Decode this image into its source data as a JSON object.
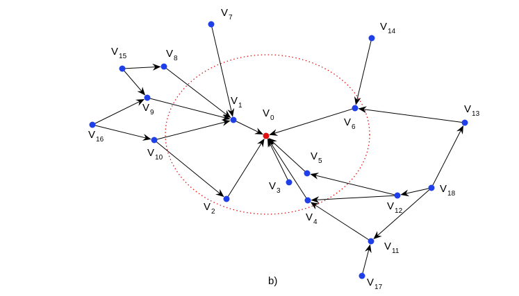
{
  "caption": "b)",
  "colors": {
    "node": "#1f3fe8",
    "root": "#e01010",
    "edge": "#000000",
    "circle": "#e01010"
  },
  "nodes": [
    {
      "id": "V0",
      "main": "V",
      "sub": "0"
    },
    {
      "id": "V1",
      "main": "V",
      "sub": "1"
    },
    {
      "id": "V2",
      "main": "V",
      "sub": "2"
    },
    {
      "id": "V3",
      "main": "V",
      "sub": "3"
    },
    {
      "id": "V4",
      "main": "V",
      "sub": "4"
    },
    {
      "id": "V5",
      "main": "V",
      "sub": "5"
    },
    {
      "id": "V6",
      "main": "V",
      "sub": "6"
    },
    {
      "id": "V7",
      "main": "V",
      "sub": "7"
    },
    {
      "id": "V8",
      "main": "V",
      "sub": "8"
    },
    {
      "id": "V9",
      "main": "V",
      "sub": "9"
    },
    {
      "id": "V10",
      "main": "V",
      "sub": "10"
    },
    {
      "id": "V11",
      "main": "V",
      "sub": "11"
    },
    {
      "id": "V12",
      "main": "V",
      "sub": "12"
    },
    {
      "id": "V13",
      "main": "V",
      "sub": "13"
    },
    {
      "id": "V14",
      "main": "V",
      "sub": "14"
    },
    {
      "id": "V15",
      "main": "V",
      "sub": "15"
    },
    {
      "id": "V16",
      "main": "V",
      "sub": "16"
    },
    {
      "id": "V17",
      "main": "V",
      "sub": "17"
    },
    {
      "id": "V18",
      "main": "V",
      "sub": "18"
    }
  ],
  "edges": [
    [
      "V7",
      "V1"
    ],
    [
      "V15",
      "V8"
    ],
    [
      "V15",
      "V9"
    ],
    [
      "V16",
      "V9"
    ],
    [
      "V16",
      "V10"
    ],
    [
      "V9",
      "V1"
    ],
    [
      "V8",
      "V1"
    ],
    [
      "V10",
      "V1"
    ],
    [
      "V10",
      "V2"
    ],
    [
      "V1",
      "V0"
    ],
    [
      "V2",
      "V0"
    ],
    [
      "V3",
      "V0"
    ],
    [
      "V4",
      "V0"
    ],
    [
      "V5",
      "V0"
    ],
    [
      "V6",
      "V0"
    ],
    [
      "V14",
      "V6"
    ],
    [
      "V13",
      "V6"
    ],
    [
      "V18",
      "V13"
    ],
    [
      "V18",
      "V12"
    ],
    [
      "V12",
      "V5"
    ],
    [
      "V12",
      "V4"
    ],
    [
      "V18",
      "V11"
    ],
    [
      "V11",
      "V4"
    ],
    [
      "V17",
      "V11"
    ]
  ]
}
